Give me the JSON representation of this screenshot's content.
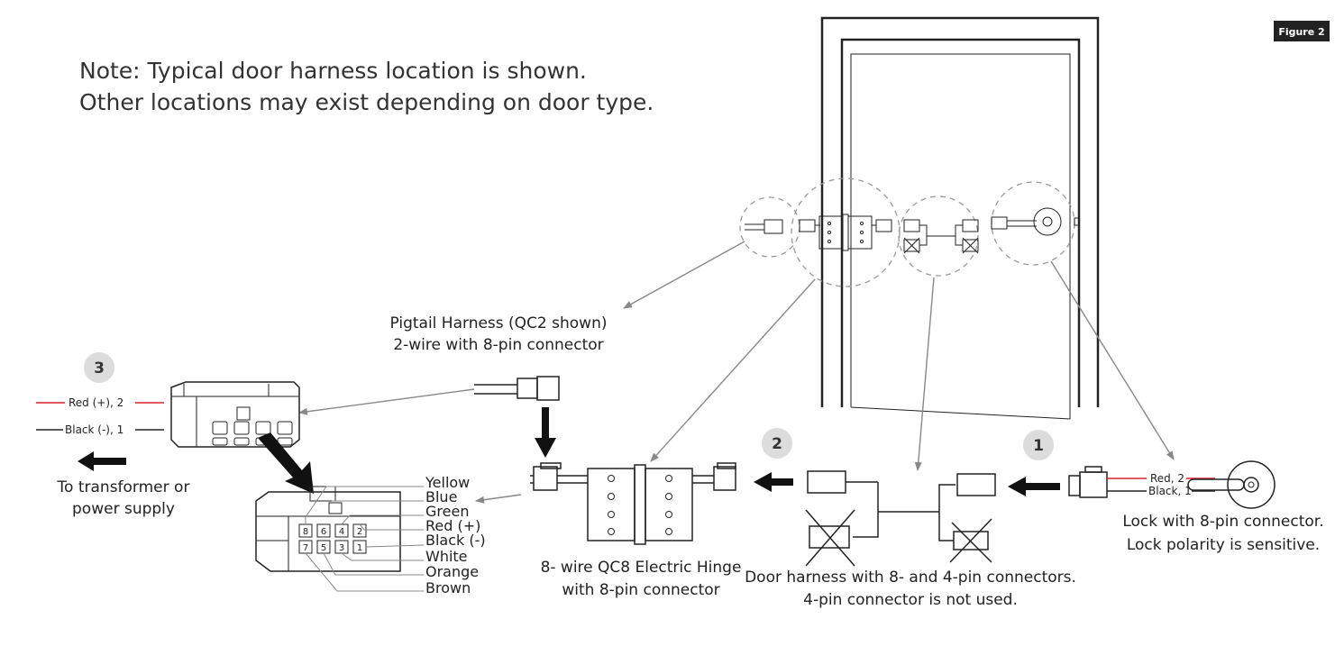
{
  "figure_badge": "Figure 2",
  "note": {
    "line1": "Note: Typical door harness location is shown.",
    "line2": "Other locations may exist depending on door type."
  },
  "steps": [
    "1",
    "2",
    "3"
  ],
  "pigtail": {
    "line1": "Pigtail Harness (QC2  shown)",
    "line2": "2-wire with 8-pin connector"
  },
  "supply_wires": {
    "red": "Red (+), 2",
    "black": "Black (-), 1"
  },
  "transformer": {
    "line1": "To transformer or",
    "line2": "power supply"
  },
  "wire_colors": [
    "Yellow",
    "Blue",
    "Green",
    "Red (+)",
    "Black (-)",
    "White",
    "Orange",
    "Brown"
  ],
  "pins": {
    "top": [
      "8",
      "6",
      "4",
      "2"
    ],
    "bottom": [
      "7",
      "5",
      "3",
      "1"
    ]
  },
  "hinge": {
    "line1": "8- wire QC8 Electric Hinge",
    "line2": "with 8-pin connector"
  },
  "door_harness": {
    "line1": "Door harness with 8- and 4-pin connectors.",
    "line2": "4-pin connector is not used."
  },
  "lock": {
    "red": "Red, 2",
    "black": "Black, 1",
    "line1": "Lock with 8-pin  connector.",
    "line2": "Lock polarity is sensitive."
  },
  "colors": {
    "red_wire": "#d8232a",
    "badge": "#222222",
    "step_circle": "#dcdcdc"
  }
}
